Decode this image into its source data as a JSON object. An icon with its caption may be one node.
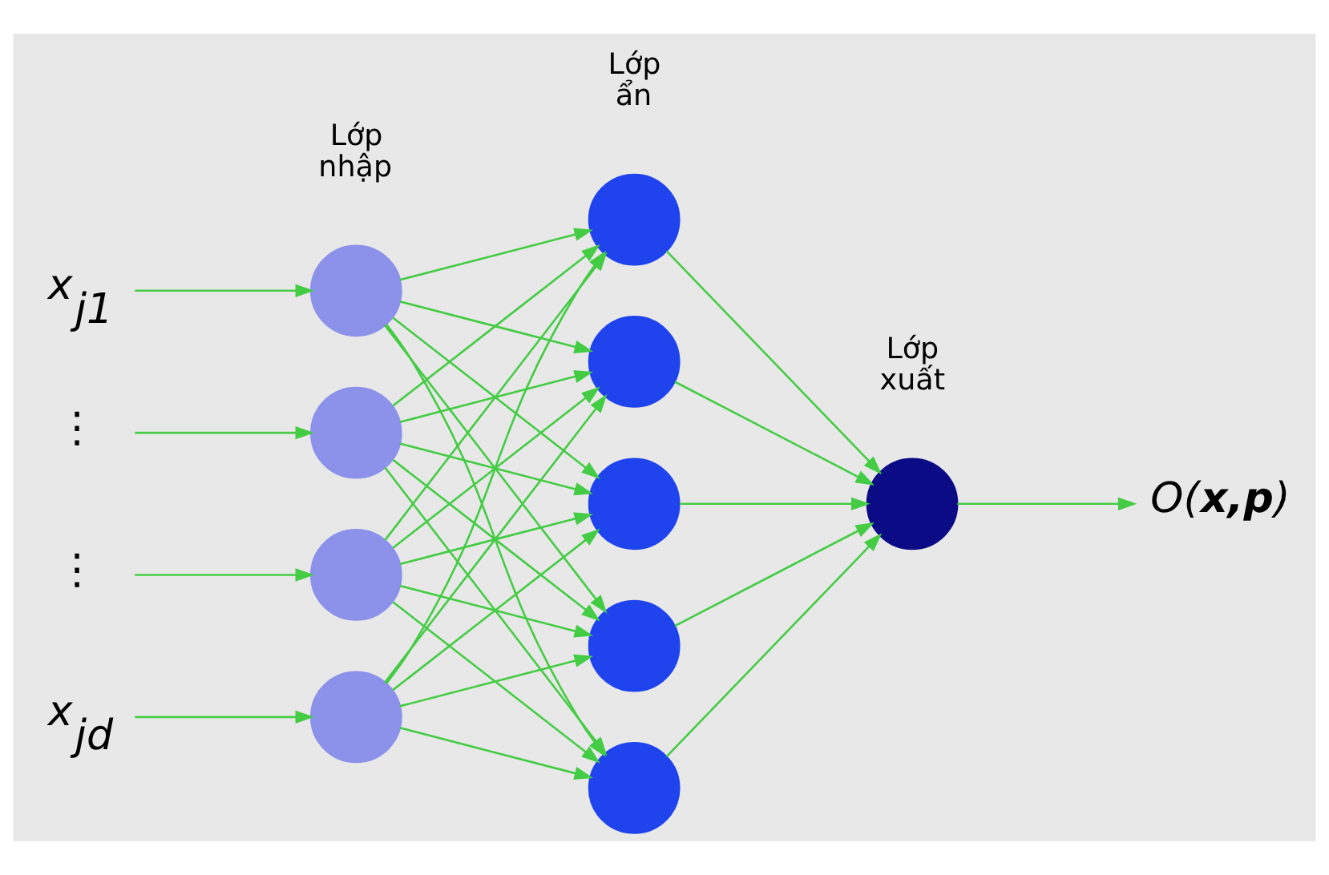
{
  "diagram": {
    "nodes": [
      {
        "text": [
          "x$_{j1}$"
        ]
      },
      {
        "text": [
          "⋮"
        ]
      },
      {
        "text": [
          "⋮"
        ]
      },
      {
        "text": [
          "x$_{jd}$"
        ]
      },
      {
        "text": [],
        "shape": "circle"
      },
      {
        "text": [],
        "shape": "circle"
      },
      {
        "text": [],
        "shape": "circle"
      },
      {
        "text": [],
        "shape": "circle"
      },
      {
        "text": [],
        "shape": "circle"
      },
      {
        "text": [],
        "shape": "circle"
      },
      {
        "text": [],
        "shape": "circle"
      },
      {
        "text": [],
        "shape": "circle"
      },
      {
        "text": [],
        "shape": "circle"
      },
      {
        "text": [],
        "shape": "circle"
      },
      {
        "text": [
          "O(**x,p**)"
        ]
      }
    ],
    "edges": [
      {
        "from": 0,
        "to": 4,
        "arrow": "to"
      },
      {
        "from": 1,
        "to": 5,
        "arrow": "to"
      },
      {
        "from": 2,
        "to": 6,
        "arrow": "to"
      },
      {
        "from": 3,
        "to": 7,
        "arrow": "to"
      },
      {
        "from": 4,
        "to": 8,
        "arrow": "to"
      },
      {
        "from": 4,
        "to": 9,
        "arrow": "to"
      },
      {
        "from": 4,
        "to": 10,
        "arrow": "to"
      },
      {
        "from": 4,
        "to": 11,
        "arrow": "to"
      },
      {
        "from": 4,
        "to": 12,
        "arrow": "to"
      },
      {
        "from": 5,
        "to": 8,
        "arrow": "to"
      },
      {
        "from": 5,
        "to": 9,
        "arrow": "to"
      },
      {
        "from": 5,
        "to": 10,
        "arrow": "to"
      },
      {
        "from": 5,
        "to": 11,
        "arrow": "to"
      },
      {
        "from": 5,
        "to": 12,
        "arrow": "to"
      },
      {
        "from": 6,
        "to": 8,
        "arrow": "to"
      },
      {
        "from": 6,
        "to": 9,
        "arrow": "to"
      },
      {
        "from": 6,
        "to": 10,
        "arrow": "to"
      },
      {
        "from": 6,
        "to": 11,
        "arrow": "to"
      },
      {
        "from": 6,
        "to": 12,
        "arrow": "to"
      },
      {
        "from": 7,
        "to": 8,
        "arrow": "to"
      },
      {
        "from": 7,
        "to": 9,
        "arrow": "to"
      },
      {
        "from": 7,
        "to": 10,
        "arrow": "to"
      },
      {
        "from": 7,
        "to": 11,
        "arrow": "to"
      },
      {
        "from": 7,
        "to": 12,
        "arrow": "to"
      },
      {
        "from": 8,
        "to": 13,
        "arrow": "to"
      },
      {
        "from": 9,
        "to": 13,
        "arrow": "to"
      },
      {
        "from": 10,
        "to": 13,
        "arrow": "to"
      },
      {
        "from": 11,
        "to": 13,
        "arrow": "to"
      },
      {
        "from": 12,
        "to": 13,
        "arrow": "to"
      },
      {
        "from": 13,
        "to": 14,
        "arrow": "to"
      }
    ],
    "labels": [
      "Lớp nhập",
      "Lớp ẩn",
      "Lớp xuất"
    ]
  }
}
